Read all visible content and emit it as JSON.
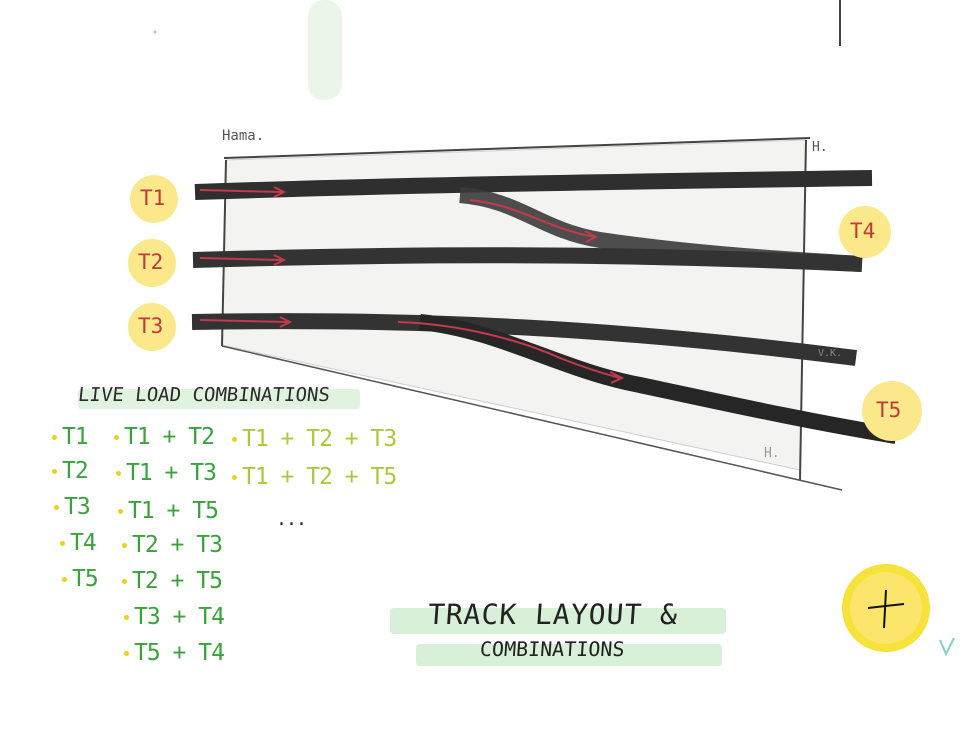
{
  "diagram": {
    "labels": {
      "corner_top_left": "Hama.",
      "corner_top_right": "H.",
      "corner_right_mid": "V.K.",
      "corner_bottom_right": "H."
    },
    "tracks": [
      {
        "id": "t1",
        "label": "T1"
      },
      {
        "id": "t2",
        "label": "T2"
      },
      {
        "id": "t3",
        "label": "T3"
      },
      {
        "id": "t4",
        "label": "T4"
      },
      {
        "id": "t5",
        "label": "T5"
      }
    ],
    "heading": "LIVE LOAD COMBINATIONS",
    "combinations": {
      "column1": [
        "T1",
        "T2",
        "T3",
        "T4",
        "T5"
      ],
      "column2": [
        "T1 + T2",
        "T1 + T3",
        "T1 + T5",
        "T2 + T3",
        "T2 + T5",
        "T3 + T4",
        "T5 + T4"
      ],
      "column3": [
        "T1 + T2 + T3",
        "T1 + T2 + T5"
      ],
      "ellipsis": "..."
    },
    "title_line1": "TRACK LAYOUT &",
    "title_line2": "COMBINATIONS",
    "signature": "H.",
    "colors": {
      "rail": "#2f2f2f",
      "arrow": "#c43a4a",
      "badge": "#fbe88a",
      "badge_strong": "#f6e23a",
      "green_text": "#3aa23a",
      "lime_text": "#a8cb3a",
      "highlight": "#d7f0d7",
      "plate": "#f2f2f0"
    }
  }
}
